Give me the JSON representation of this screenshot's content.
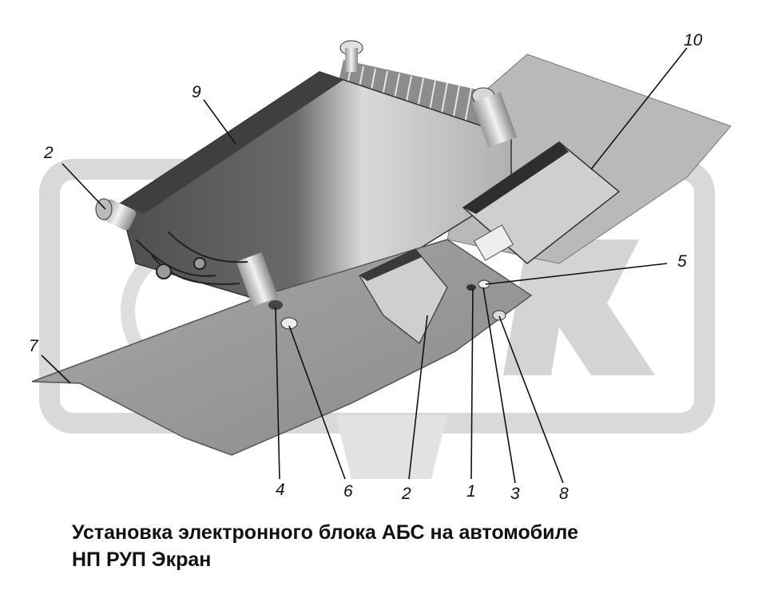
{
  "caption": {
    "line1": "Установка электронного блока АБС на автомобиле",
    "line2": "НП РУП Экран"
  },
  "callouts": [
    {
      "id": "9",
      "text": "9"
    },
    {
      "id": "2-top",
      "text": "2"
    },
    {
      "id": "10",
      "text": "10"
    },
    {
      "id": "5",
      "text": "5"
    },
    {
      "id": "7",
      "text": "7"
    },
    {
      "id": "4",
      "text": "4"
    },
    {
      "id": "6",
      "text": "6"
    },
    {
      "id": "2-bottom",
      "text": "2"
    },
    {
      "id": "1",
      "text": "1"
    },
    {
      "id": "3",
      "text": "3"
    },
    {
      "id": "8",
      "text": "8"
    }
  ],
  "colors": {
    "watermark": "#d6d6d6",
    "plate": "#9a9a9a",
    "plate_dark": "#6f6f6f",
    "unit_dark": "#5a5a5a",
    "unit_light": "#c8c8c8",
    "line": "#111111"
  }
}
